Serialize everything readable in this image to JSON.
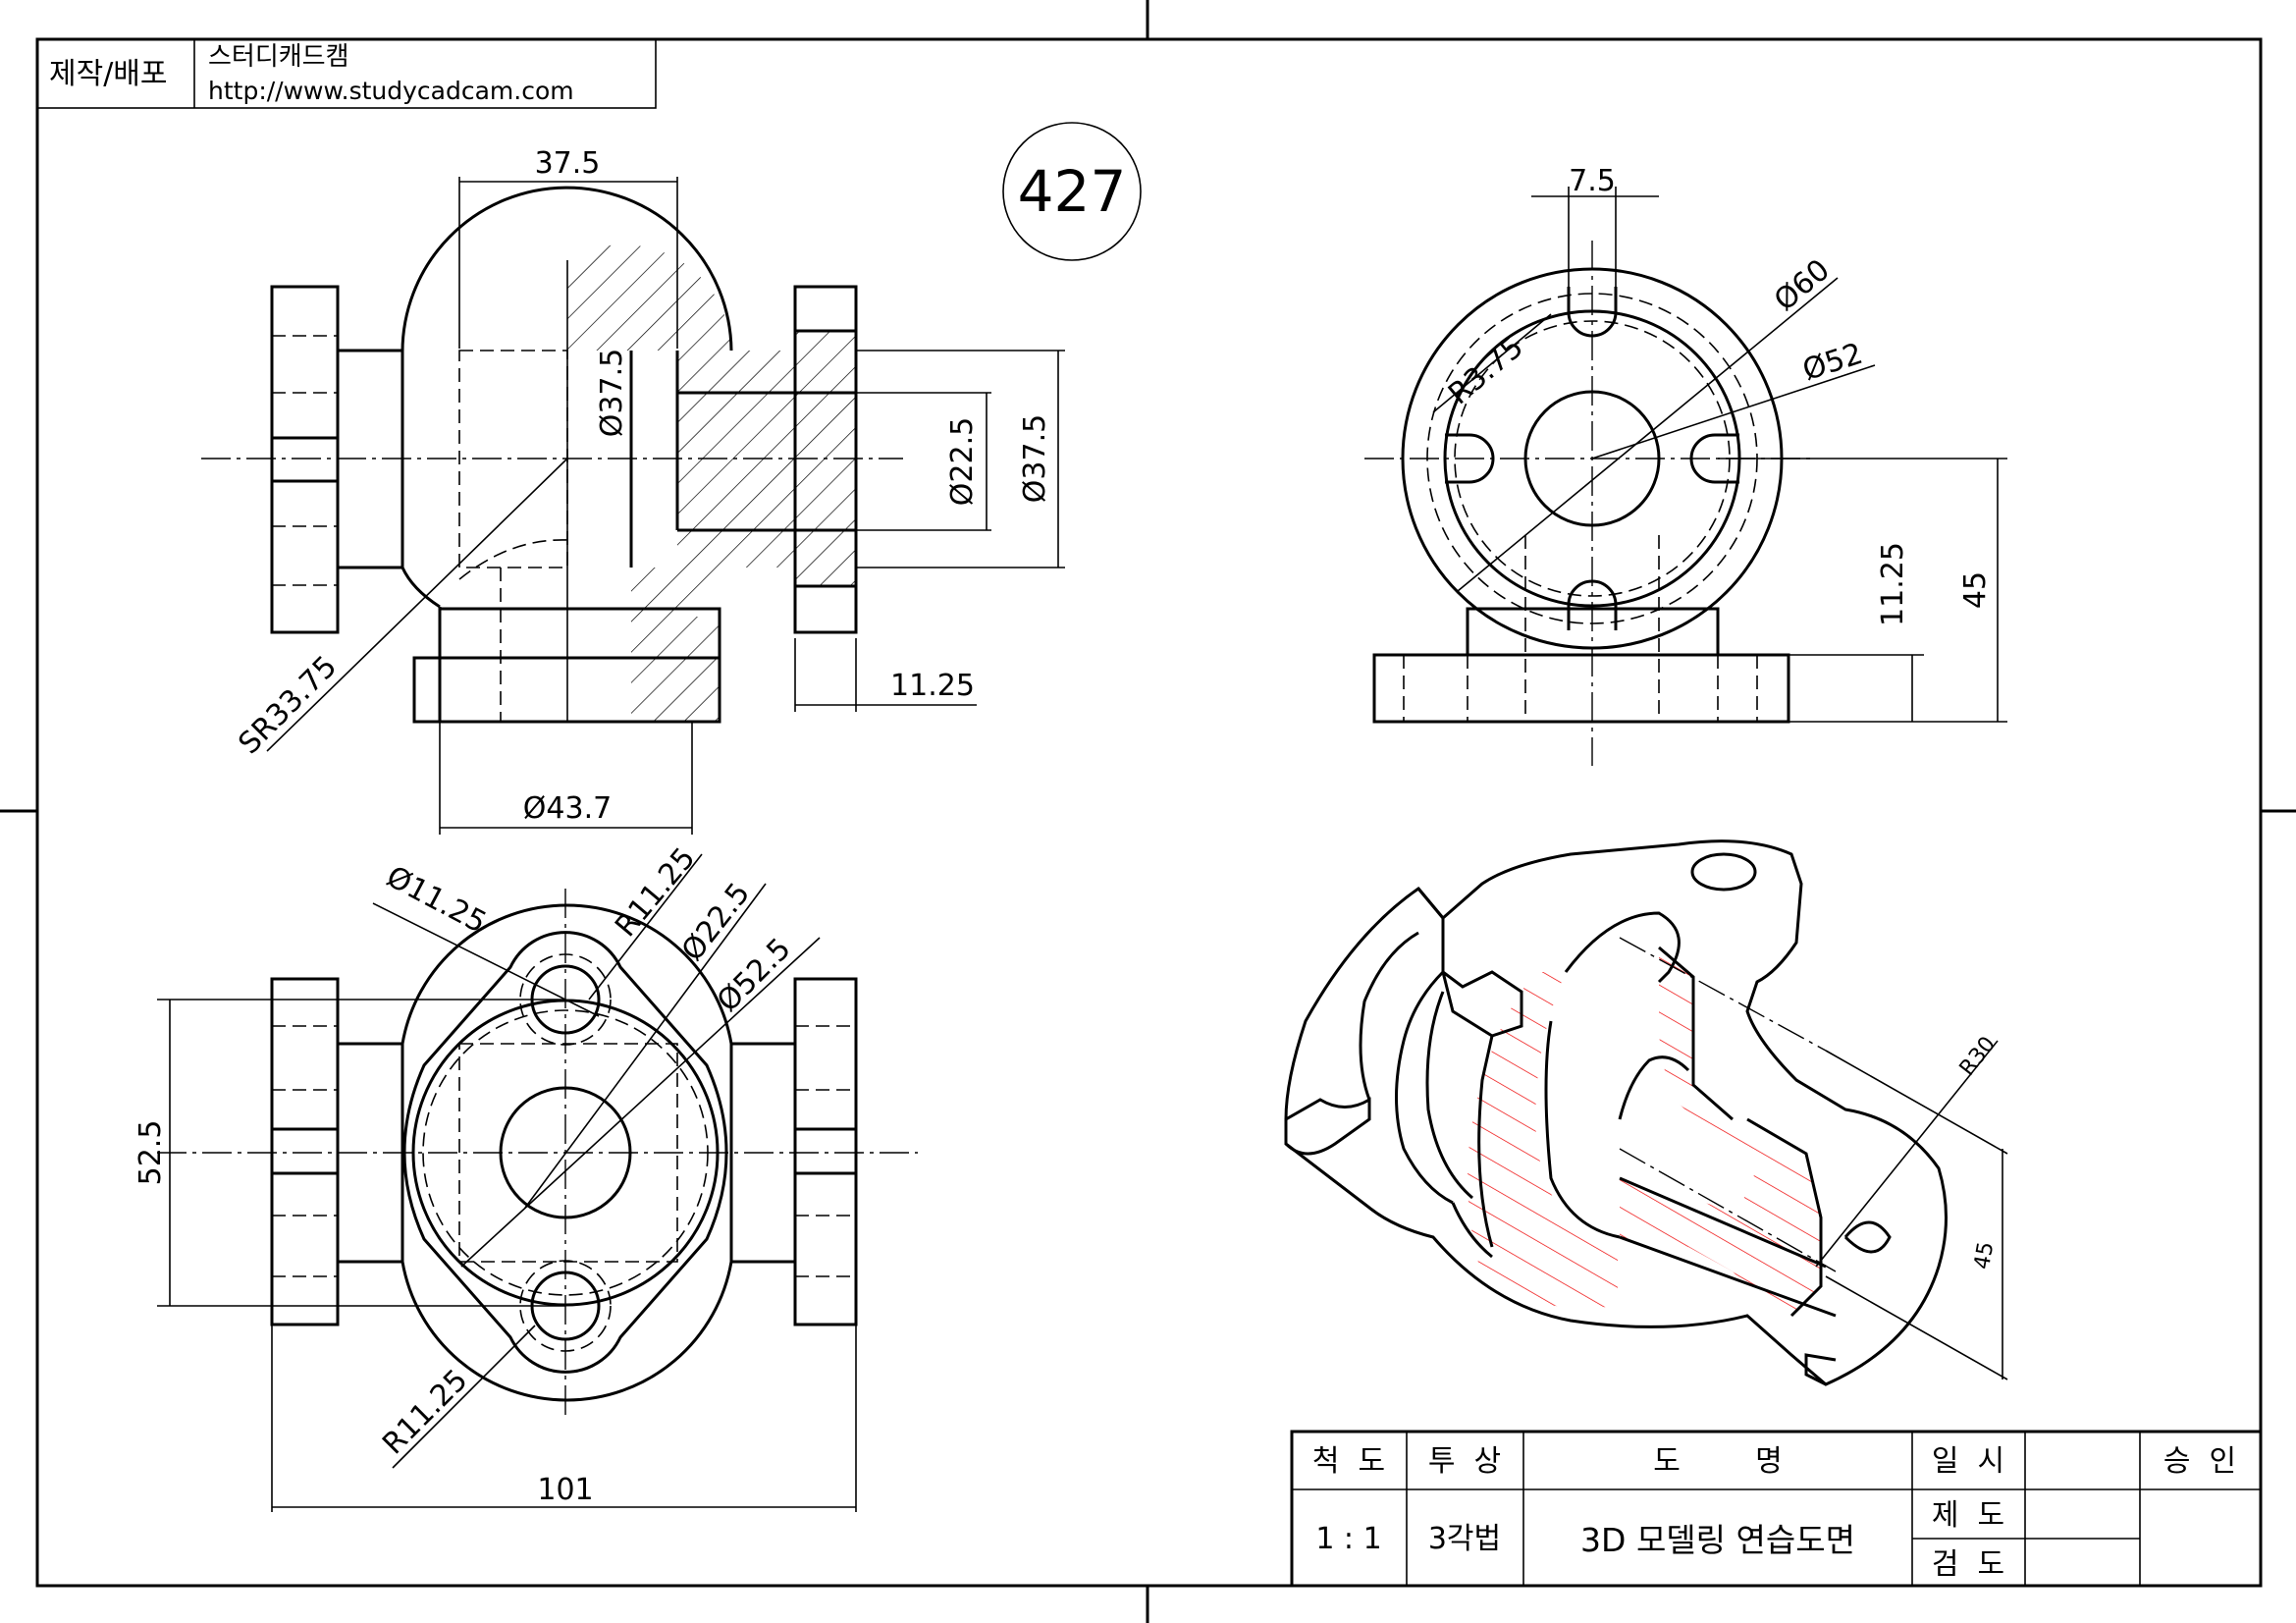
{
  "header": {
    "label": "제작/배포",
    "company": "스터디캐드캠",
    "url": "http://www.studycadcam.com"
  },
  "drawing_number": "427",
  "front_view": {
    "dims": [
      "37.5",
      "Ø37.5",
      "Ø22.5",
      "Ø37.5",
      "11.25",
      "SR33.75",
      "Ø43.7"
    ]
  },
  "side_view": {
    "dims": [
      "7.5",
      "Ø60",
      "Ø52",
      "R3.75",
      "11.25",
      "45"
    ]
  },
  "top_view": {
    "dims": [
      "Ø11.25",
      "R11.25",
      "Ø22.5",
      "Ø52.5",
      "52.5",
      "R11.25",
      "101"
    ]
  },
  "iso_view": {
    "dims": [
      "R30",
      "45"
    ]
  },
  "title_block": {
    "scale_label": "척  도",
    "projection_label": "투  상",
    "name_label": "도        명",
    "date_label": "일  시",
    "approve_label": "승  인",
    "drawn_label": "제  도",
    "checked_label": "검  도",
    "scale": "1 : 1",
    "projection": "3각법",
    "title": "3D 모델링 연습도면"
  }
}
